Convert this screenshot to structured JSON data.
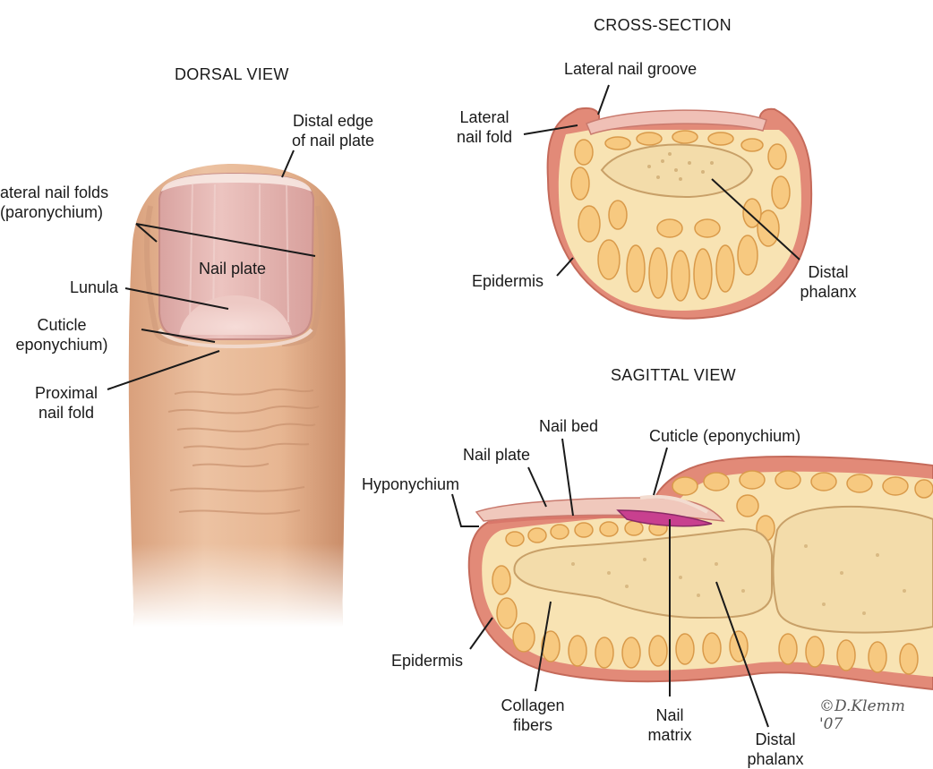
{
  "titles": {
    "dorsal": "DORSAL VIEW",
    "cross": "CROSS-SECTION",
    "sagittal": "SAGITTAL VIEW"
  },
  "dorsal_labels": {
    "distal_edge": "Distal edge\nof nail plate",
    "lateral_folds": "ateral nail folds\n(paronychium)",
    "nail_plate": "Nail plate",
    "lunula": "Lunula",
    "cuticle": "Cuticle\neponychium)",
    "proximal_fold": "Proximal\nnail fold"
  },
  "cross_labels": {
    "lateral_groove": "Lateral nail groove",
    "lateral_fold": "Lateral\nnail fold",
    "epidermis": "Epidermis",
    "distal_phalanx": "Distal\nphalanx"
  },
  "sagittal_labels": {
    "nail_bed": "Nail bed",
    "cuticle": "Cuticle (eponychium)",
    "nail_plate": "Nail plate",
    "hyponychium": "Hyponychium",
    "epidermis": "Epidermis",
    "collagen": "Collagen\nfibers",
    "nail_matrix": "Nail\nmatrix",
    "distal_phalanx": "Distal\nphalanx"
  },
  "signature": "©D.Klemm '07",
  "colors": {
    "skin": "#e8b896",
    "nail": "#e4b4b0",
    "epidermis": "#d9776a",
    "fat": "#f7c980",
    "fat_outline": "#d99a4a",
    "bone": "#f3dcaa",
    "matrix": "#c8408f"
  }
}
